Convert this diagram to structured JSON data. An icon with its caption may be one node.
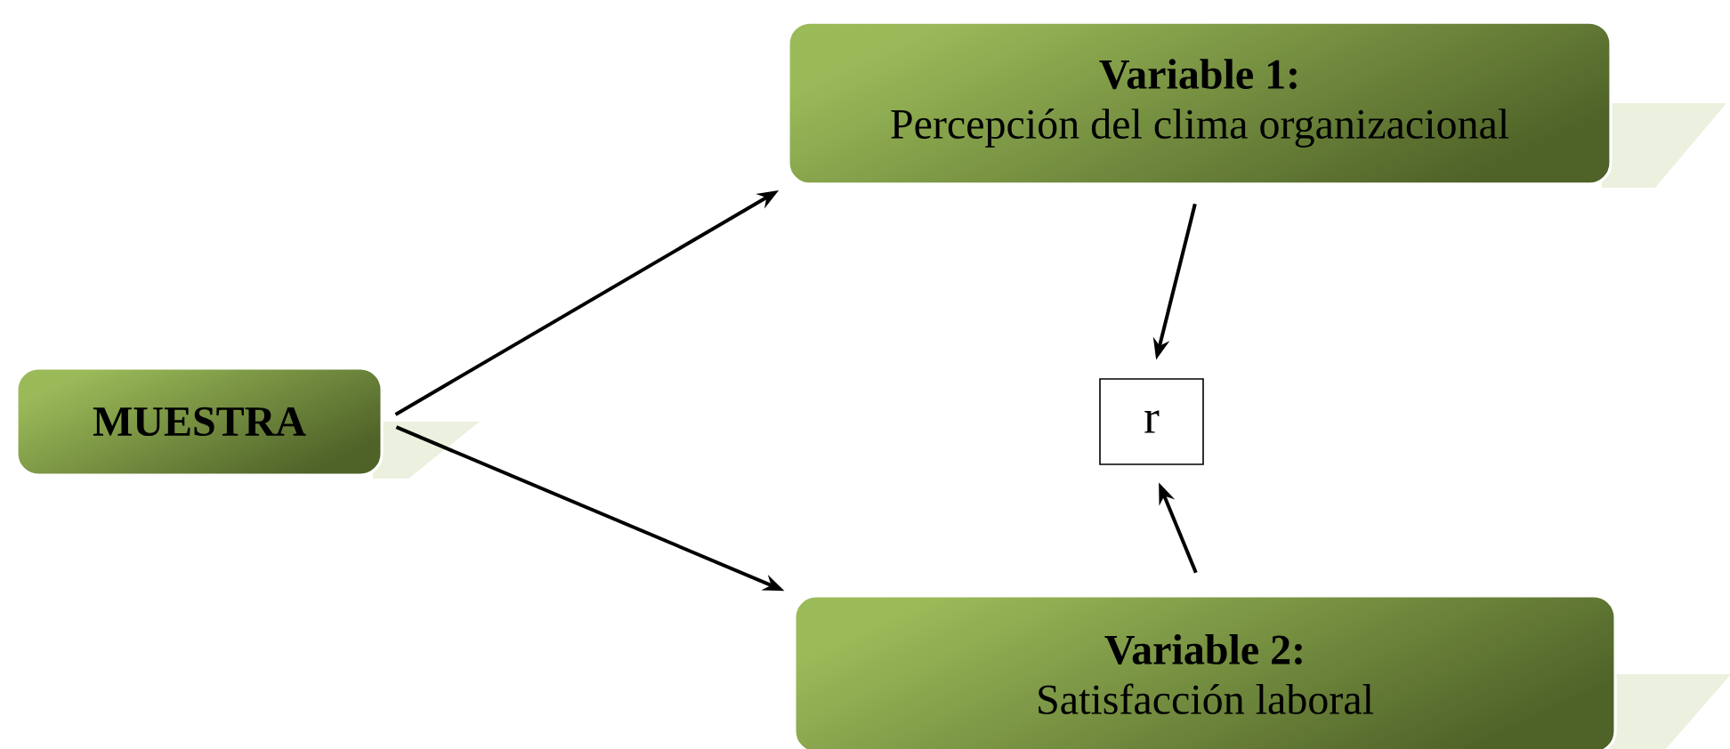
{
  "diagram": {
    "nodes": [
      {
        "text": [
          "MUESTRA"
        ]
      },
      {
        "text": [
          "Variable 1:",
          "Percepción del clima organizacional"
        ]
      },
      {
        "text": [
          "r"
        ]
      },
      {
        "text": [
          "Variable 2:",
          "Satisfacción laboral"
        ]
      }
    ],
    "edges": [
      {
        "from": 0,
        "to": 1,
        "arrow": "to"
      },
      {
        "from": 0,
        "to": 3,
        "arrow": "to"
      },
      {
        "from": 1,
        "to": 2,
        "arrow": "to"
      },
      {
        "from": 3,
        "to": 2,
        "arrow": "to"
      }
    ]
  }
}
